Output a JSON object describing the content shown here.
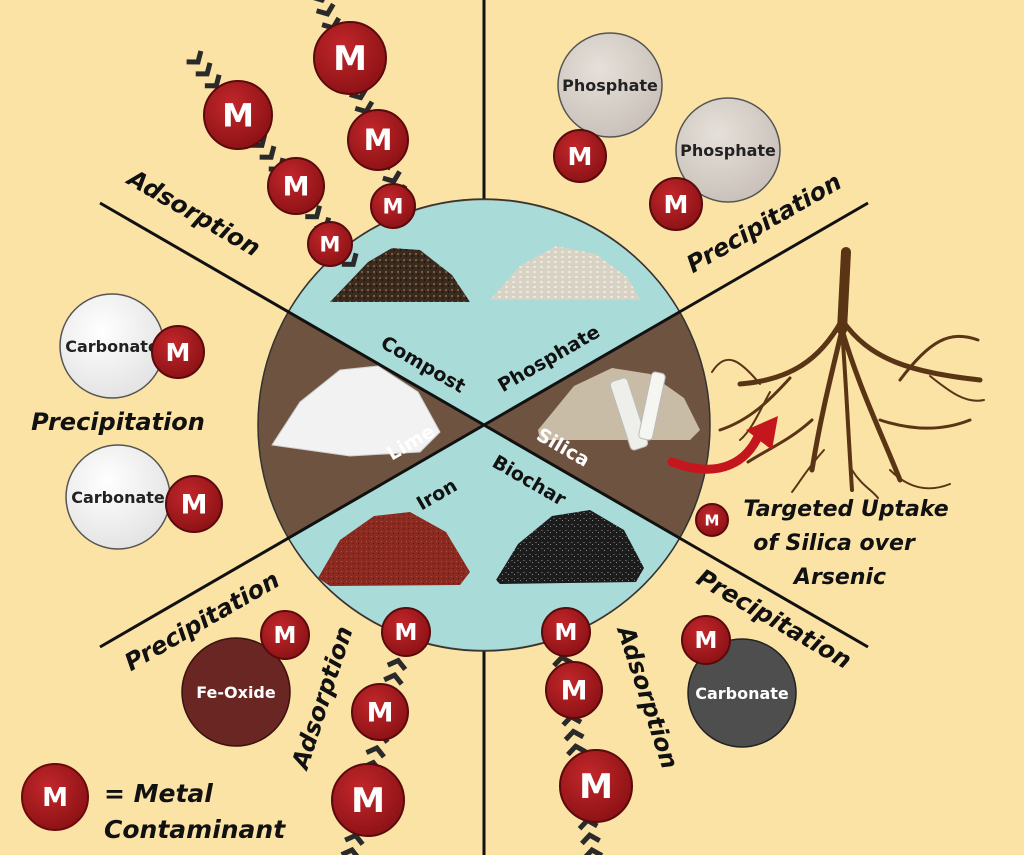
{
  "metal_symbol": "M",
  "wedges": {
    "compost": "Compost",
    "phosphate": "Phosphate",
    "silica": "Silica",
    "biochar": "Biochar",
    "iron": "Iron",
    "lime": "Lime"
  },
  "mechanisms": {
    "top_left": "Adsorption",
    "top_right": "Precipitation",
    "left": "Precipitation",
    "bottom_left_precip": "Precipitation",
    "bottom_left_adsorp": "Adsorption",
    "bottom_right_adsorp": "Adsorption",
    "bottom_right_precip": "Precipitation"
  },
  "compounds": {
    "phosphate_1": "Phosphate",
    "phosphate_2": "Phosphate",
    "carbonate_1": "Carbonate",
    "carbonate_2": "Carbonate",
    "fe_oxide": "Fe-Oxide",
    "carbonate_dark": "Carbonate"
  },
  "silica_note": [
    "Targeted Uptake",
    "of Silica over",
    "Arsenic"
  ],
  "legend": {
    "symbol": "M",
    "line1": "= Metal",
    "line2": "Contaminant"
  },
  "colors": {
    "background": "#fbe3a6",
    "metal_red": "#a3171b",
    "wedge_blue": "#a9dcd9",
    "wedge_brown": "#6e5440"
  }
}
